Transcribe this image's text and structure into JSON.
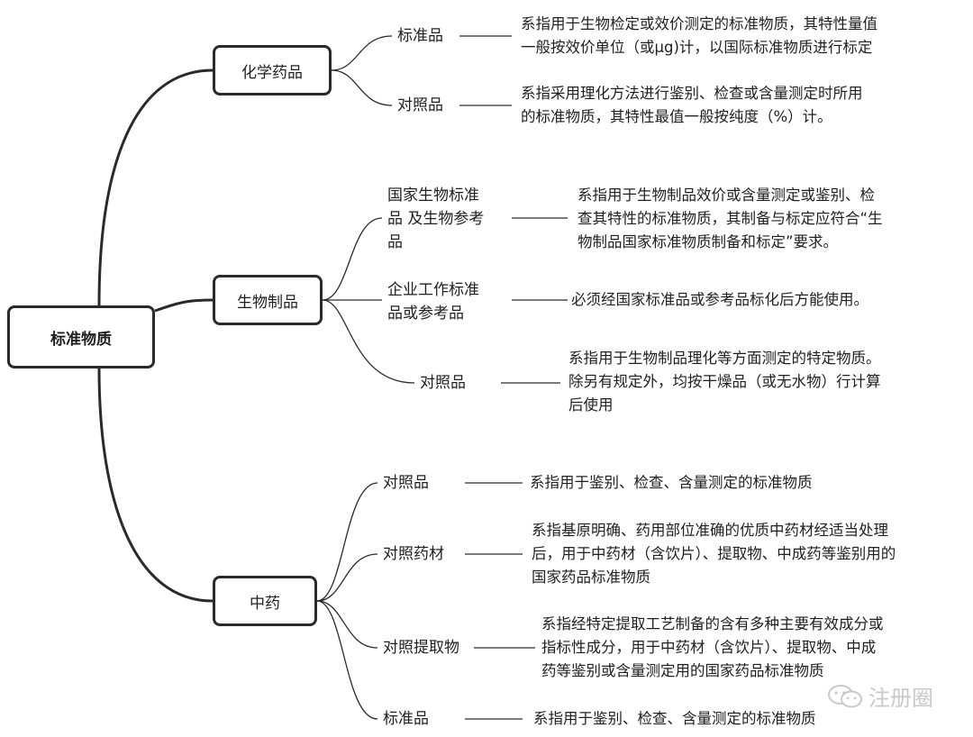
{
  "root": {
    "label": "标准物质"
  },
  "groups": [
    {
      "label": "化学药品",
      "items": [
        {
          "label": [
            "标准品"
          ],
          "desc": [
            "系指用于生物检定或效价测定的标准物质，其特性量值",
            "一般按效价单位（或μg)计，以国际标准物质进行标定"
          ]
        },
        {
          "label": [
            "对照品"
          ],
          "desc": [
            "系指采用理化方法进行鉴别、检查或含量测定时所用",
            "的标准物质，其特性最值一般按纯度（%）计。"
          ]
        }
      ]
    },
    {
      "label": "生物制品",
      "items": [
        {
          "label": [
            "国家生物标准",
            "品 及生物参考",
            "品"
          ],
          "desc": [
            "系指用于生物制品效价或含量测定或鉴别、检",
            "查其特性的标准物质，其制备与标定应符合“生",
            "物制品国家标准物质制备和标定”要求。"
          ]
        },
        {
          "label": [
            "企业工作标准",
            "品或参考品"
          ],
          "desc": [
            "必须经国家标准品或参考品标化后方能使用。"
          ]
        },
        {
          "label": [
            "对照品"
          ],
          "desc": [
            "系指用于生物制品理化等方面测定的特定物质。",
            "除另有规定外，均按干燥品（或无水物）行计算",
            "后使用"
          ]
        }
      ]
    },
    {
      "label": "中药",
      "items": [
        {
          "label": [
            "对照品"
          ],
          "desc": [
            "系指用于鉴别、检查、含量测定的标准物质"
          ]
        },
        {
          "label": [
            "对照药材"
          ],
          "desc": [
            "系指基原明确、药用部位准确的优质中药材经适当处理",
            "后，用于中药材（含饮片）、提取物、中成药等鉴别用的",
            "国家药品标准物质"
          ]
        },
        {
          "label": [
            "对照提取物"
          ],
          "desc": [
            "系指经特定提取工艺制备的含有多种主要有效成分或",
            "指标性成分，用于中药材（含饮片）、提取物、中成",
            "药等鉴别或含量测定用的国家药品标准物质"
          ]
        },
        {
          "label": [
            "标准品"
          ],
          "desc": [
            "系指用于鉴别、检查、含量测定的标准物质"
          ]
        }
      ]
    }
  ],
  "watermark": {
    "text": "注册圈"
  }
}
